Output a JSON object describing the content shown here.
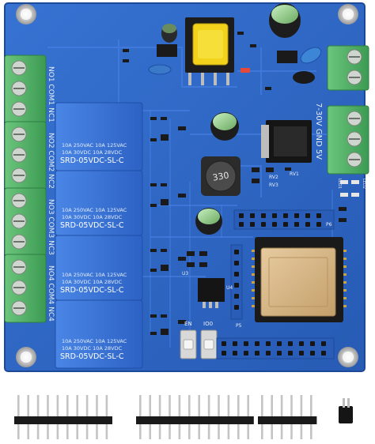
{
  "colors": {
    "pcb": "#2f66c4",
    "pcb_dark": "#1d4a98",
    "trace": "#3f7be0",
    "terminal": "#57b56a",
    "terminal_dark": "#2f8a45",
    "relay": "#3b78d8",
    "relay_dark": "#1f4fa8",
    "silk": "#e8eef8",
    "module_shield": "#d9b98a",
    "header_black": "#1a1a1a",
    "pin_gold": "#c8a24a",
    "pin_silver": "#bdbdbd",
    "transformer_yellow": "#f2d21b"
  },
  "terminal_labels": {
    "t1": "NO1 COM1 NC1",
    "t2": "NO2 COM2 NC2",
    "t3": "NO3 COM3 NC3",
    "t4": "NO4 COM4 NC4",
    "power": "7-30V GND 5V"
  },
  "relay_text": {
    "line1": "10A 250VAC 10A 125VAC",
    "line2": "10A 30VDC 10A 28VDC",
    "model": "SRD-05VDC-SL-C"
  },
  "inductor_text": "330",
  "button_labels": {
    "en": "EN",
    "io0": "IO0"
  },
  "component_refs": {
    "u3": "U3",
    "u4": "U4",
    "p5": "P5",
    "p6": "P6",
    "led1": "LED1",
    "led2": "LED2",
    "rv1": "RV1",
    "rv2": "RV2",
    "rv3": "RV3"
  }
}
